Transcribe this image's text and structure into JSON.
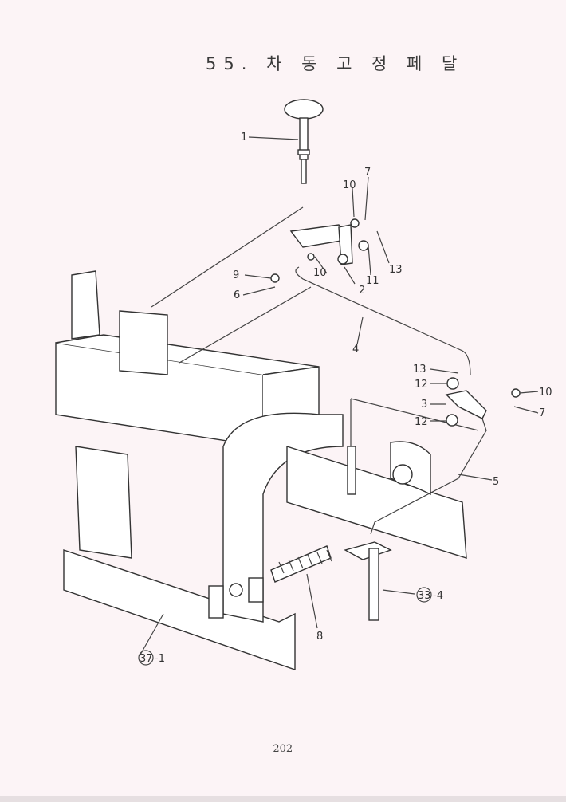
{
  "title": "55. 차 동 고 정 페 달",
  "footer": "-202-",
  "callouts": {
    "c1": "1",
    "c10a": "10",
    "c7a": "7",
    "c13a": "13",
    "c11": "11",
    "c2": "2",
    "c10b": "10",
    "c9": "9",
    "c6": "6",
    "c4": "4",
    "c13b": "13",
    "c12a": "12",
    "c3": "3",
    "c12b": "12",
    "c10c": "10",
    "c7b": "7",
    "c5": "5",
    "c8": "8",
    "c33": "33",
    "c33suffix": "-4",
    "c37": "37",
    "c37suffix": "-1"
  }
}
